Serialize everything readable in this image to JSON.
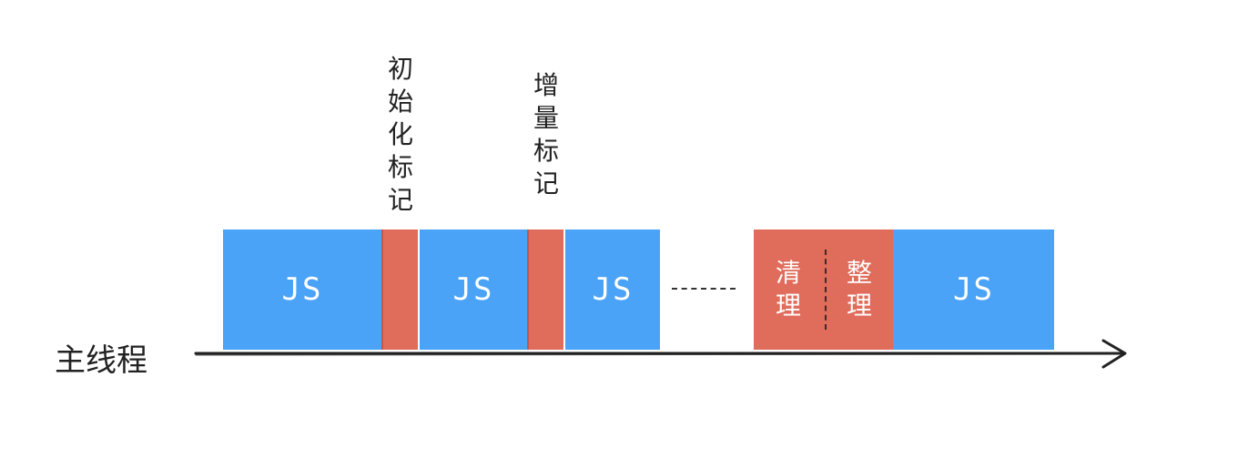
{
  "thread": {
    "label": "主线程"
  },
  "blocks": {
    "js_label": "JS",
    "gc_left_chars": [
      "清",
      "理"
    ],
    "gc_right_chars": [
      "整",
      "理"
    ]
  },
  "labels": {
    "initial_marking": [
      "初",
      "始",
      "化",
      "标",
      "记"
    ],
    "incremental_marking": [
      "增",
      "量",
      "标",
      "记"
    ]
  },
  "colors": {
    "js_block": "#4aa3f7",
    "mark_block": "#e06c5c",
    "axis": "#222222"
  }
}
